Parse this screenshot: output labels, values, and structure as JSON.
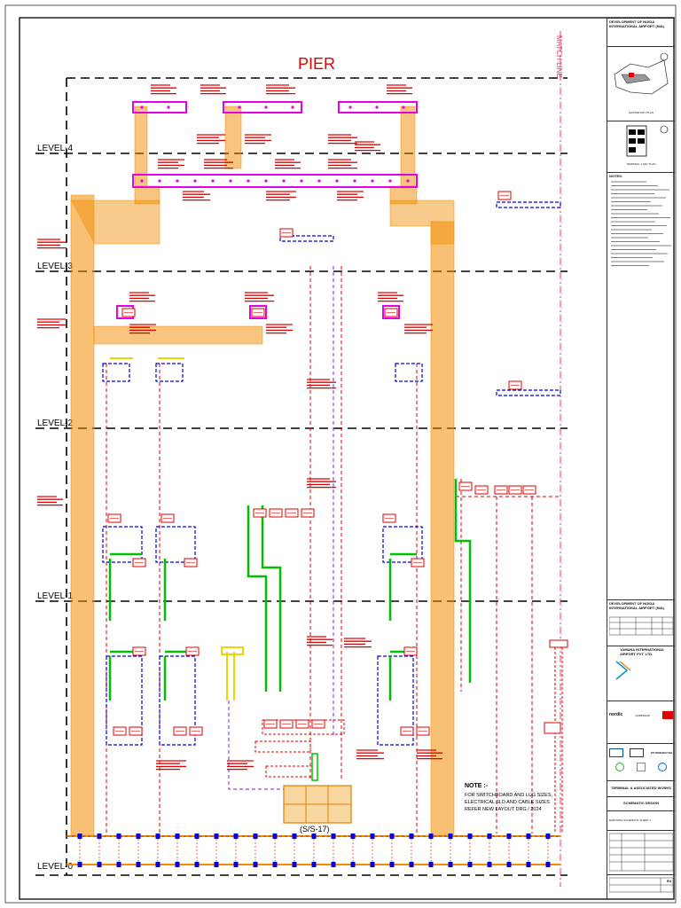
{
  "drawing": {
    "area_title": "PIER",
    "levels": [
      "LEVEL-4",
      "LEVEL-3",
      "LEVEL-2",
      "LEVEL-1",
      "LEVEL-0"
    ],
    "substation_label": "(S/S-17)",
    "match_line_label": "MATCH LINE",
    "notes_heading": "NOTE :-",
    "notes_lines": [
      "FOR SWITCHBOARD AND LUG SIZES,",
      "ELECTRICAL SLD AND CABLE SIZES",
      "REFER NEW LAYOUT DRG / 2024"
    ]
  },
  "title_block": {
    "project_top": "DEVELOPMENT OF NOIDA INTERNATIONAL AIRPORT (NIA)",
    "key_plan_caption": "MASTER KEY PLAN",
    "terminal_key_plan_caption": "TERMINAL 1 KEY PLAN",
    "notes_title": "NOTES:",
    "project_mid": "DEVELOPMENT OF NOIDA INTERNATIONAL AIRPORT (NIA)",
    "client": "YAMUNA INTERNATIONAL AIRPORT PVT. LTD.",
    "architect_1": "nordic",
    "architect_2": "GRIMSHAW",
    "architect_3": "STUDIOFRACTAL",
    "project_name": "TERMINAL & ASSOCIATED WORKS",
    "stage": "SCHEMATIC DESIGN",
    "drawing_title": "EARTHING SCHEMATIC SHEET 1",
    "rev": "R4"
  },
  "colors": {
    "orange": "#f08c00",
    "magenta": "#e600e6",
    "red": "#e00000",
    "blue": "#0000e0",
    "green": "#00c000",
    "yellow": "#e6d800",
    "purple": "#a040e0",
    "black": "#000000"
  }
}
